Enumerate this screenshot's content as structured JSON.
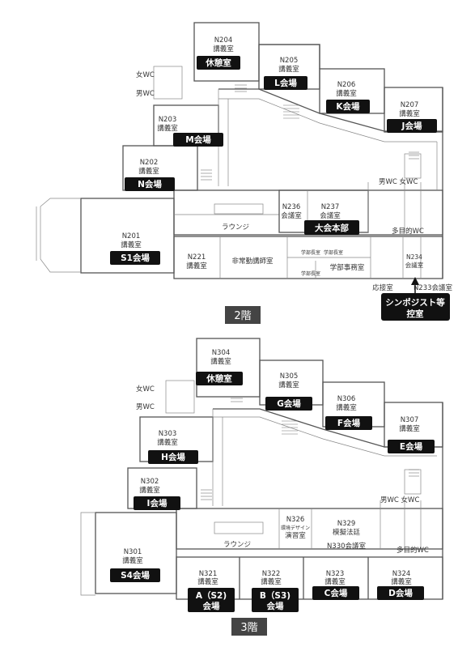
{
  "floors": [
    {
      "label": "2階",
      "rooms": [
        {
          "id": "n204",
          "lines": [
            "N204",
            "講義室"
          ]
        },
        {
          "id": "n205",
          "lines": [
            "N205",
            "講義室"
          ]
        },
        {
          "id": "n206",
          "lines": [
            "N206",
            "講義室"
          ]
        },
        {
          "id": "n207",
          "lines": [
            "N207",
            "講義室"
          ]
        },
        {
          "id": "n203",
          "lines": [
            "N203",
            "講義室"
          ]
        },
        {
          "id": "n202",
          "lines": [
            "N202",
            "講義室"
          ]
        },
        {
          "id": "n201",
          "lines": [
            "N201",
            "講義室"
          ]
        },
        {
          "id": "n221",
          "lines": [
            "N221",
            "講義室"
          ]
        },
        {
          "id": "hijokin",
          "lines": [
            "非常勤講師室"
          ]
        },
        {
          "id": "n236",
          "lines": [
            "N236",
            "会議室"
          ]
        },
        {
          "id": "n237",
          "lines": [
            "N237",
            "会議室"
          ]
        },
        {
          "id": "gakubu",
          "lines": [
            "学部事務室"
          ]
        },
        {
          "id": "n234",
          "lines": [
            "N234",
            "会議室"
          ]
        },
        {
          "id": "lounge2",
          "lines": [
            "ラウンジ"
          ]
        },
        {
          "id": "ousetsu",
          "lines": [
            "応接室"
          ]
        },
        {
          "id": "n233",
          "lines": [
            "N233会議室"
          ]
        }
      ],
      "small_labels": [
        "学部長室",
        "学部長室",
        "学部長室"
      ],
      "wc_labels": [
        "女WC",
        "男WC",
        "男WC 女WC",
        "多目的WC"
      ],
      "badges": [
        {
          "id": "kyukei2",
          "text": "休憩室"
        },
        {
          "id": "l",
          "text": "L会場"
        },
        {
          "id": "k",
          "text": "K会場"
        },
        {
          "id": "j",
          "text": "J会場"
        },
        {
          "id": "m",
          "text": "M会場"
        },
        {
          "id": "n",
          "text": "N会場"
        },
        {
          "id": "s1",
          "text": "S1会場"
        },
        {
          "id": "honbu",
          "text": "大会本部"
        }
      ],
      "symposium_badge": [
        "シンポジスト等",
        "控室"
      ]
    },
    {
      "label": "3階",
      "rooms": [
        {
          "id": "n304",
          "lines": [
            "N304",
            "講義室"
          ]
        },
        {
          "id": "n305",
          "lines": [
            "N305",
            "講義室"
          ]
        },
        {
          "id": "n306",
          "lines": [
            "N306",
            "講義室"
          ]
        },
        {
          "id": "n307",
          "lines": [
            "N307",
            "講義室"
          ]
        },
        {
          "id": "n303",
          "lines": [
            "N303",
            "講義室"
          ]
        },
        {
          "id": "n302",
          "lines": [
            "N302",
            "講義室"
          ]
        },
        {
          "id": "n301",
          "lines": [
            "N301",
            "講義室"
          ]
        },
        {
          "id": "n321",
          "lines": [
            "N321",
            "講義室"
          ]
        },
        {
          "id": "n322",
          "lines": [
            "N322",
            "講義室"
          ]
        },
        {
          "id": "n323",
          "lines": [
            "N323",
            "講義室"
          ]
        },
        {
          "id": "n324",
          "lines": [
            "N324",
            "講義室"
          ]
        },
        {
          "id": "n326",
          "lines": [
            "N326",
            "環境デザイン",
            "演習室"
          ]
        },
        {
          "id": "n329",
          "lines": [
            "N329",
            "模擬法廷"
          ]
        },
        {
          "id": "n330",
          "lines": [
            "N330会議室"
          ]
        },
        {
          "id": "lounge3",
          "lines": [
            "ラウンジ"
          ]
        }
      ],
      "wc_labels": [
        "女WC",
        "男WC",
        "男WC 女WC",
        "多目的WC"
      ],
      "badges": [
        {
          "id": "kyukei3",
          "lines": [
            "休憩室"
          ]
        },
        {
          "id": "g",
          "lines": [
            "G会場"
          ]
        },
        {
          "id": "f",
          "lines": [
            "F会場"
          ]
        },
        {
          "id": "e",
          "lines": [
            "E会場"
          ]
        },
        {
          "id": "h",
          "lines": [
            "H会場"
          ]
        },
        {
          "id": "i",
          "lines": [
            "I会場"
          ]
        },
        {
          "id": "s4",
          "lines": [
            "S4会場"
          ]
        },
        {
          "id": "a",
          "lines": [
            "A（S2)",
            "会場"
          ]
        },
        {
          "id": "b",
          "lines": [
            "B（S3)",
            "会場"
          ]
        },
        {
          "id": "c",
          "lines": [
            "C会場"
          ]
        },
        {
          "id": "d",
          "lines": [
            "D会場"
          ]
        }
      ]
    }
  ]
}
